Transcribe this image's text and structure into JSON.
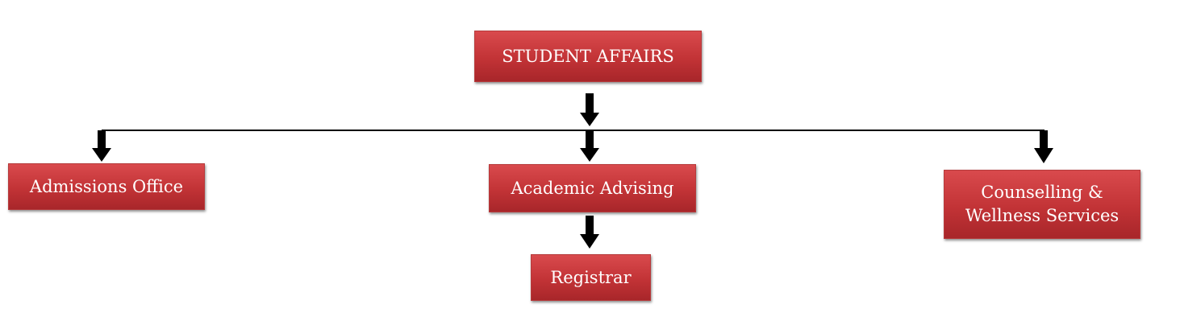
{
  "root": {
    "label": "STUDENT AFFAIRS"
  },
  "children": [
    {
      "label": "Admissions Office"
    },
    {
      "label": "Academic Advising"
    },
    {
      "label_line1": "Counselling &",
      "label_line2": "Wellness Services"
    }
  ],
  "grandchildren": [
    {
      "label": "Registrar"
    }
  ],
  "colors": {
    "box_fill": "#c23336",
    "box_border": "#b63b3c",
    "text": "#ffffff",
    "connector": "#000000"
  }
}
